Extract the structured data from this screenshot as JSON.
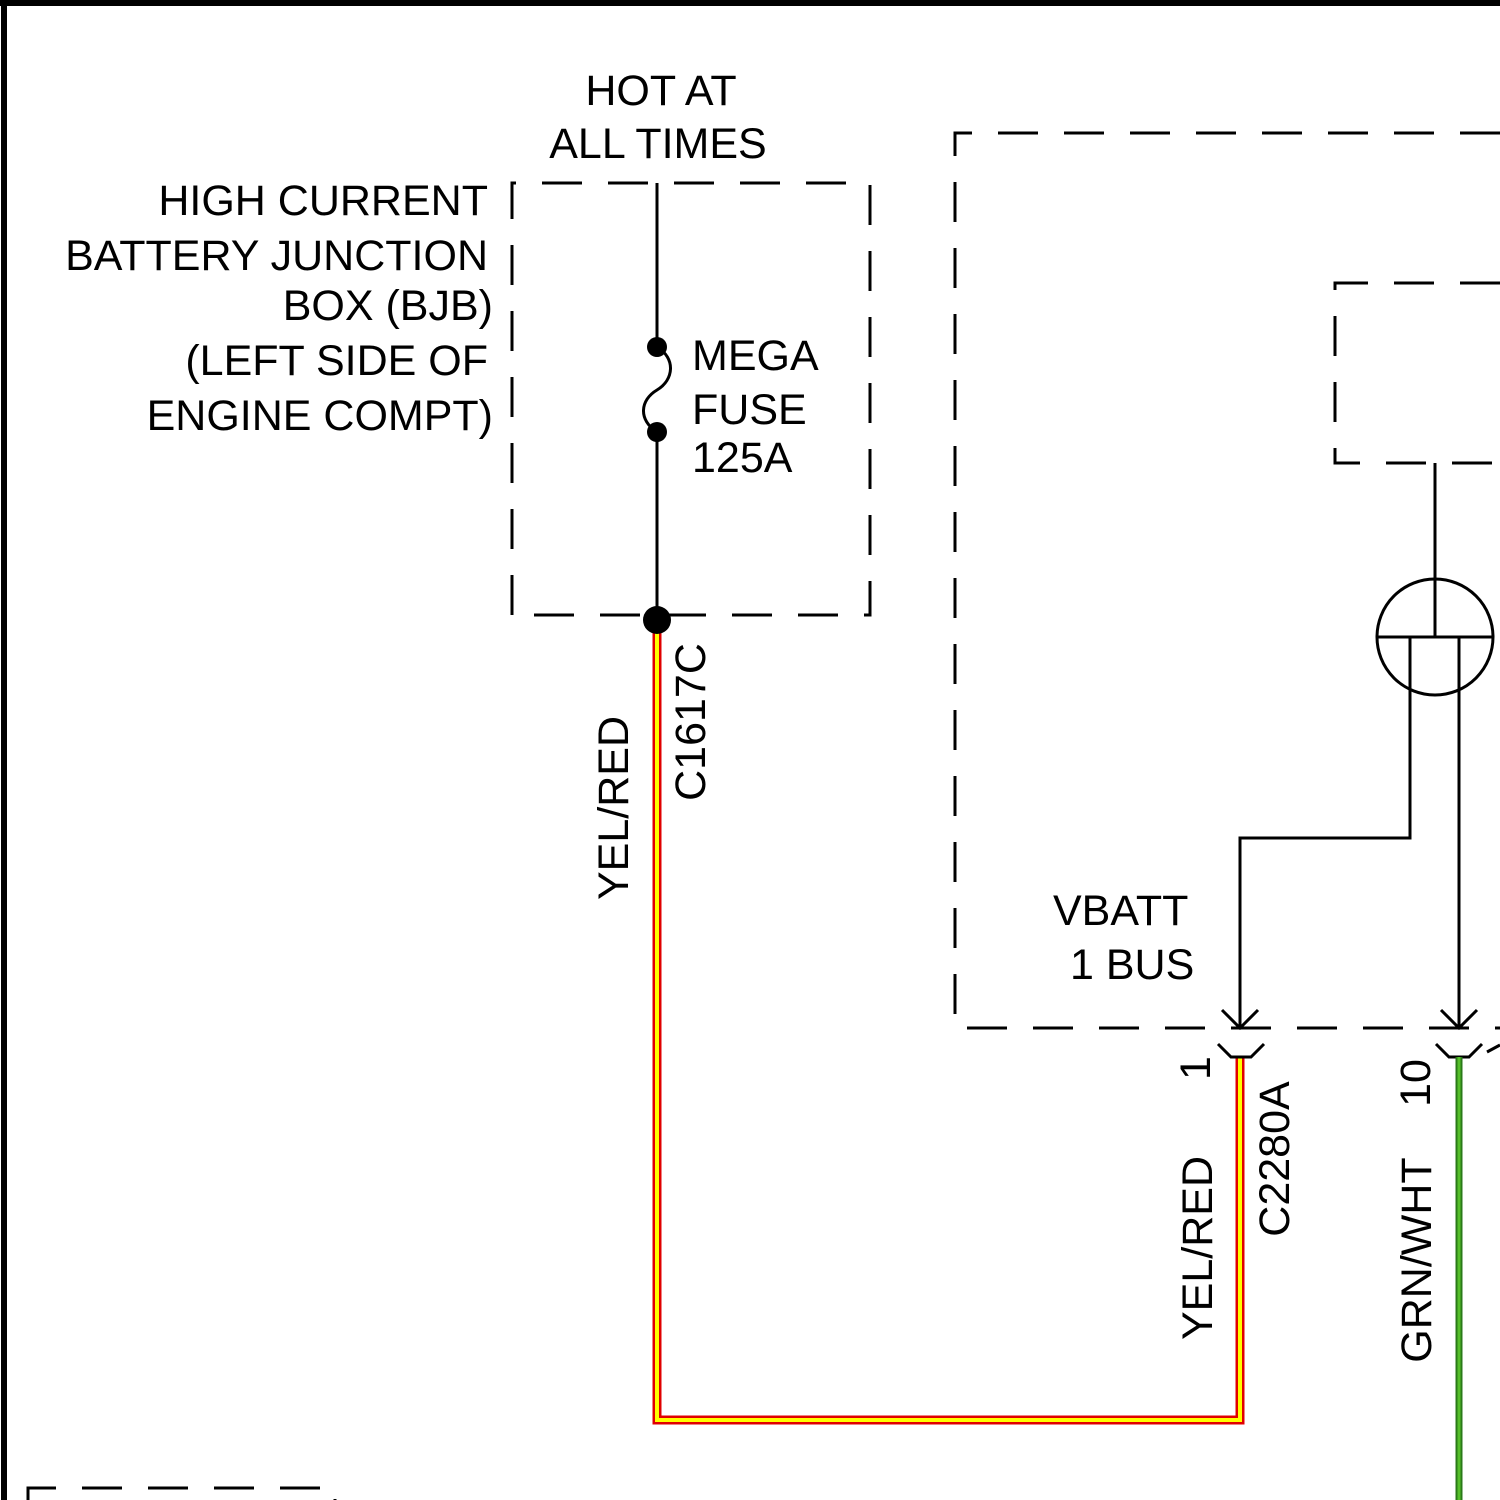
{
  "supply": {
    "line1": "HOT AT",
    "line2": "ALL TIMES"
  },
  "bjb": {
    "lines": [
      "HIGH CURRENT",
      "BATTERY JUNCTION",
      "BOX (BJB)",
      "(LEFT SIDE OF",
      "ENGINE COMPT)"
    ]
  },
  "fuse": {
    "lines": [
      "MEGA",
      "FUSE",
      "125A"
    ]
  },
  "feed_wire": {
    "color_code": "YEL/RED",
    "connector": "C1617C"
  },
  "module": {
    "bus_lines": [
      "VBATT",
      "1 BUS"
    ],
    "pins": [
      {
        "pin": "1",
        "connector": "C2280A",
        "wire": "YEL/RED"
      },
      {
        "pin": "10",
        "wire": "GRN/WHT"
      }
    ]
  },
  "colors": {
    "yel_red_fill": "#ffff00",
    "yel_red_border": "#e00000",
    "grn_wht_fill": "#55c02a",
    "grn_wht_border": "#2a7a18"
  }
}
